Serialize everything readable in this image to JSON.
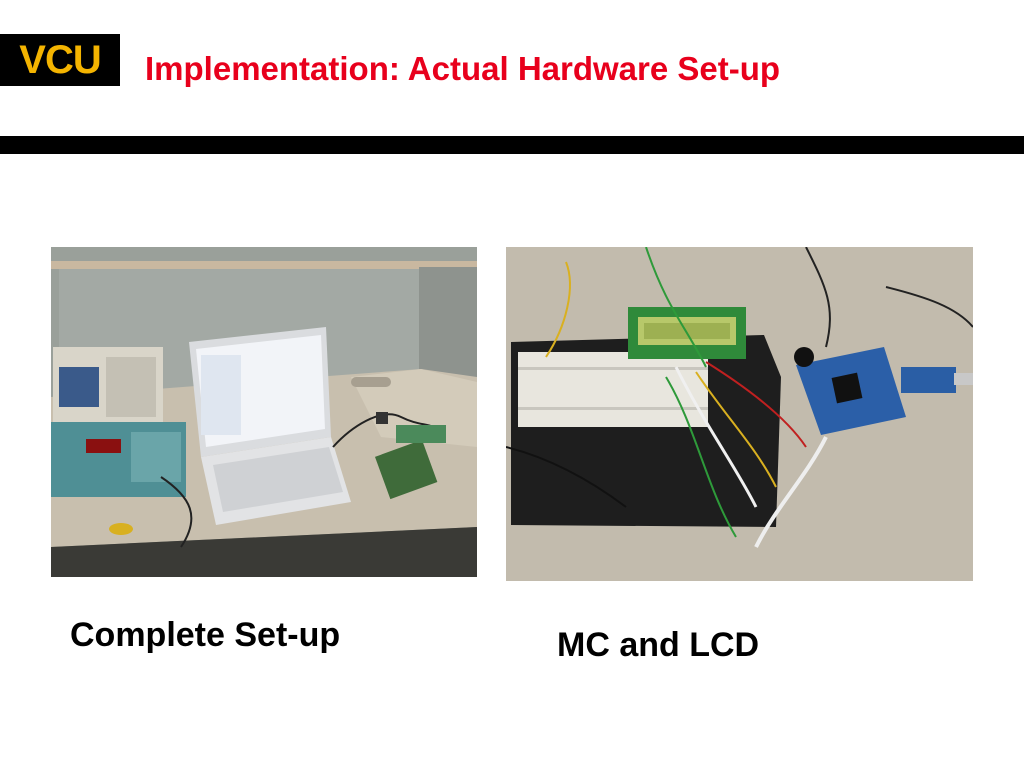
{
  "logo": {
    "text": "VCU",
    "text_color": "#f4b400",
    "background": "#000000"
  },
  "slide": {
    "title": "Implementation: Actual Hardware Set-up",
    "title_color": "#e8001c",
    "rule_color": "#000000"
  },
  "figures": [
    {
      "caption": "Complete Set-up"
    },
    {
      "caption": "MC and LCD"
    }
  ]
}
